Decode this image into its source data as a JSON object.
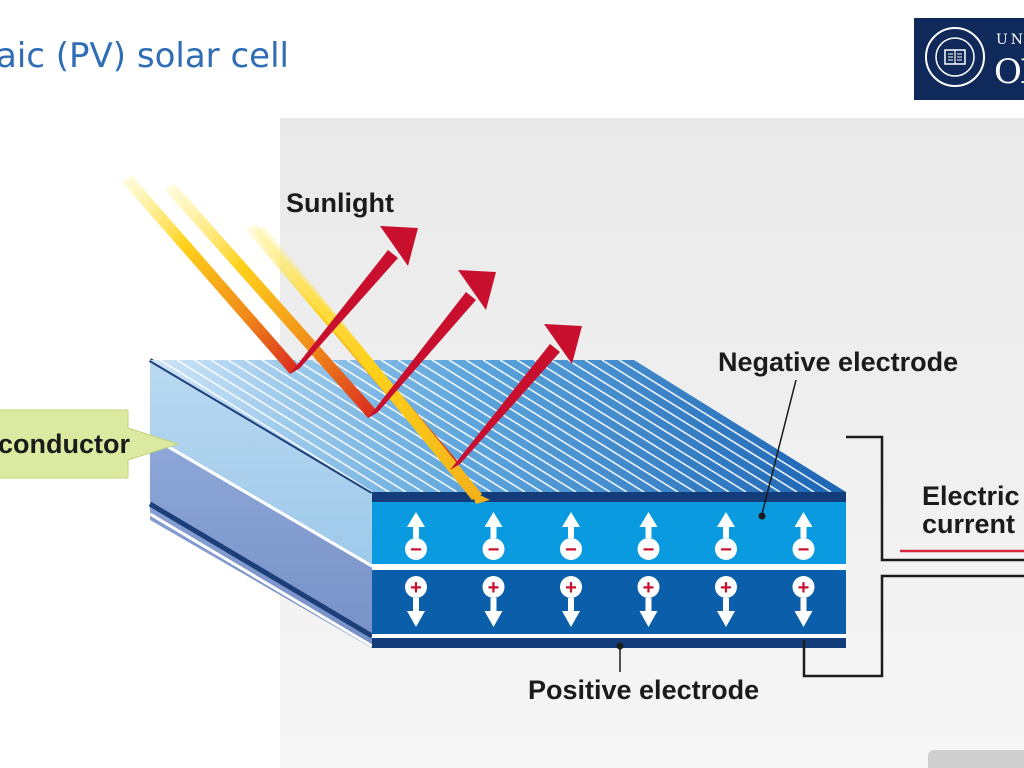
{
  "slide": {
    "title": "aic (PV) solar cell"
  },
  "logo": {
    "line1": "UNI",
    "line2": "OX",
    "emblem": "oxford-seal-icon"
  },
  "labels": {
    "sunlight": "Sunlight",
    "negative_electrode": "Negative electrode",
    "positive_electrode": "Positive electrode",
    "electric_current_line1": "Electric",
    "electric_current_line2": "current",
    "semiconductor": "conductor"
  },
  "charges": {
    "top_row_symbol": "−",
    "bottom_row_symbol": "+",
    "count_per_row": 6
  },
  "colors": {
    "title_blue": "#2f6db5",
    "cell_top_blue": "#1c64b4",
    "n_layer": "#0a9ae0",
    "p_layer": "#0b5eaa",
    "arrow_red": "#c8102e",
    "sun_yellow": "#ffd21a",
    "label_green": "#dce9a0"
  }
}
